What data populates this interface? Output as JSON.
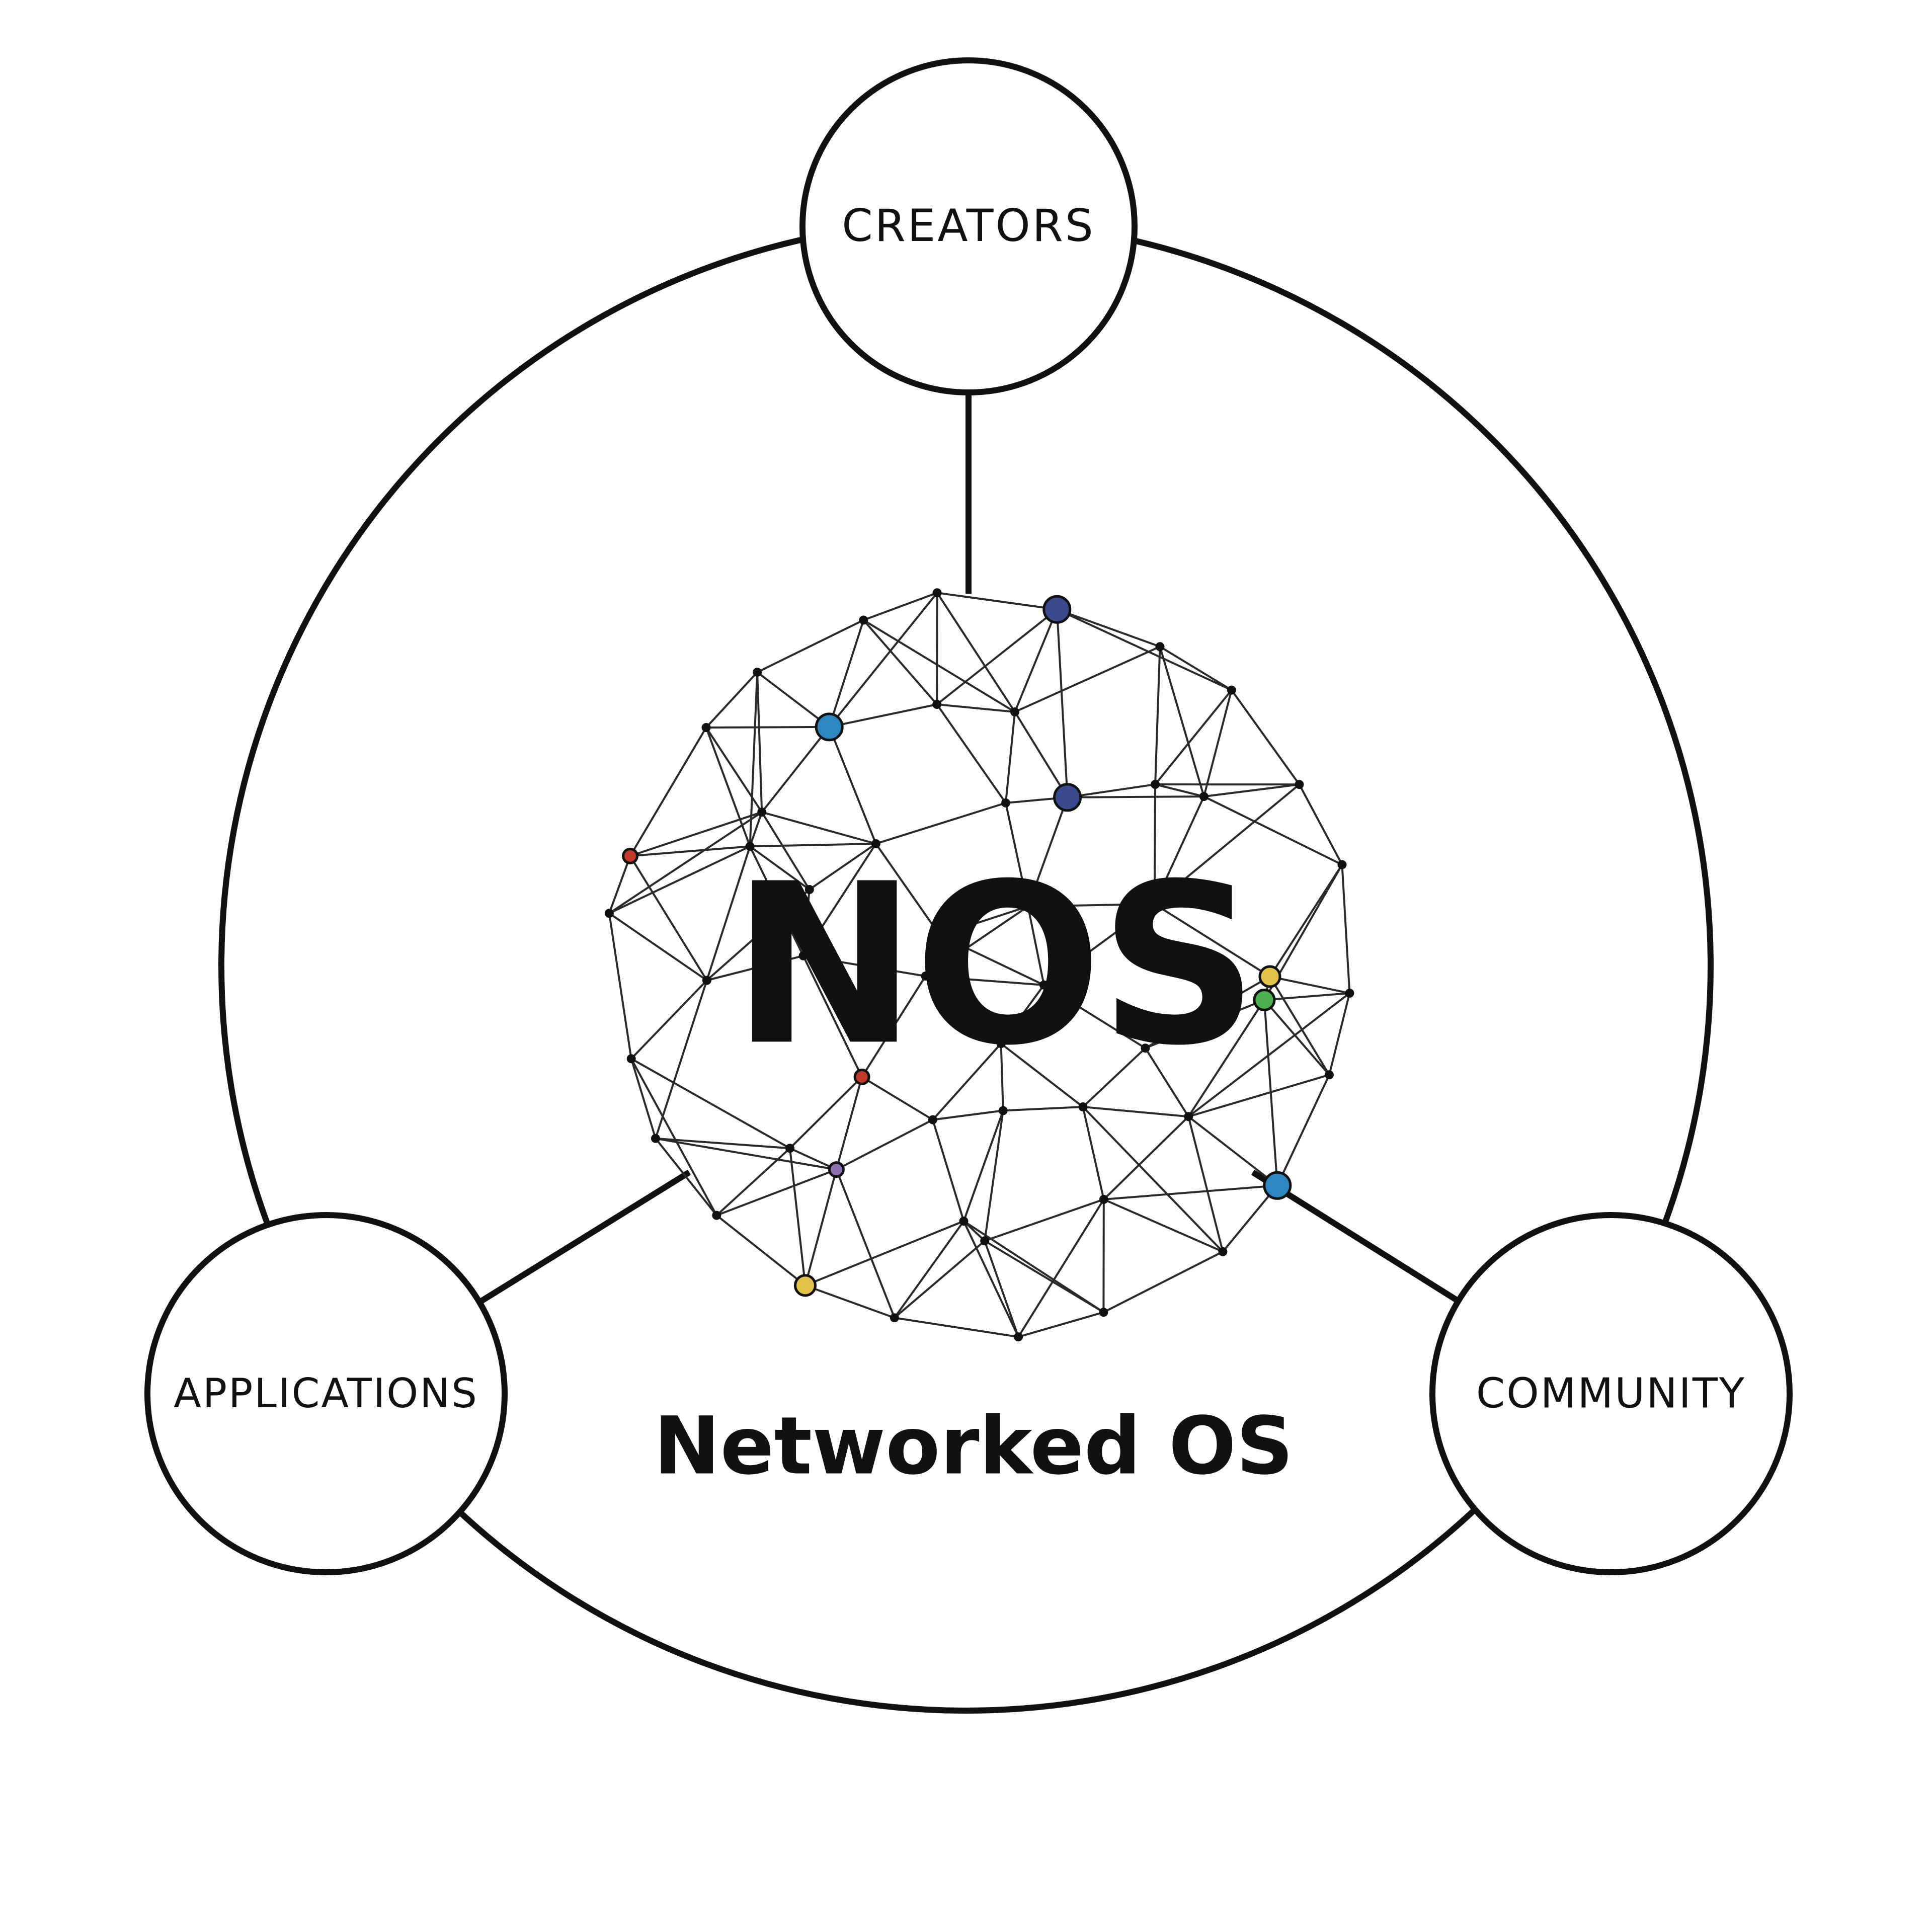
{
  "diagram": {
    "title": "NOS",
    "subtitle": "Networked OS",
    "nodes": {
      "top": {
        "label": "CREATORS"
      },
      "left": {
        "label": "APPLICATIONS"
      },
      "right": {
        "label": "COMMUNITY"
      }
    }
  },
  "colors": {
    "line": "#111111",
    "background": "#ffffff",
    "accent_dots": [
      "#c0392b",
      "#e3c24a",
      "#2e86c1",
      "#8e6fb0",
      "#4caf50",
      "#3b4a8c"
    ]
  },
  "icons": {
    "central_graphic": "network-sphere-icon"
  }
}
